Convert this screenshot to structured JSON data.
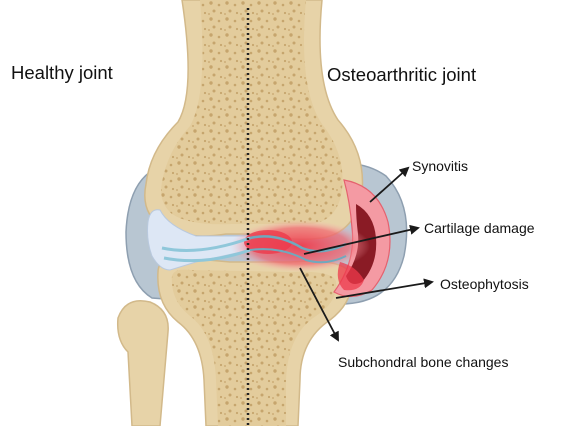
{
  "headings": {
    "left": "Healthy joint",
    "right": "Osteoarthritic joint"
  },
  "annotations": {
    "synovitis": "Synovitis",
    "cartilage_damage": "Cartilage damage",
    "osteophytosis": "Osteophytosis",
    "subchondral": "Subchondral bone changes"
  },
  "colors": {
    "bone": "#e7d3a8",
    "bone_outline": "#d2b98a",
    "trabecular": "#c9ab75",
    "capsule": "#b8c6d2",
    "capsule_outline": "#8e9fb0",
    "synovial_fluid": "#dde7f5",
    "cartilage": "#aed6e3",
    "inflammation": "#ee3a4b",
    "inflammation_light": "#f7b1b6",
    "dark_tissue": "#8a1b25",
    "arrow": "#1a1a1a",
    "divider": "#222222"
  }
}
